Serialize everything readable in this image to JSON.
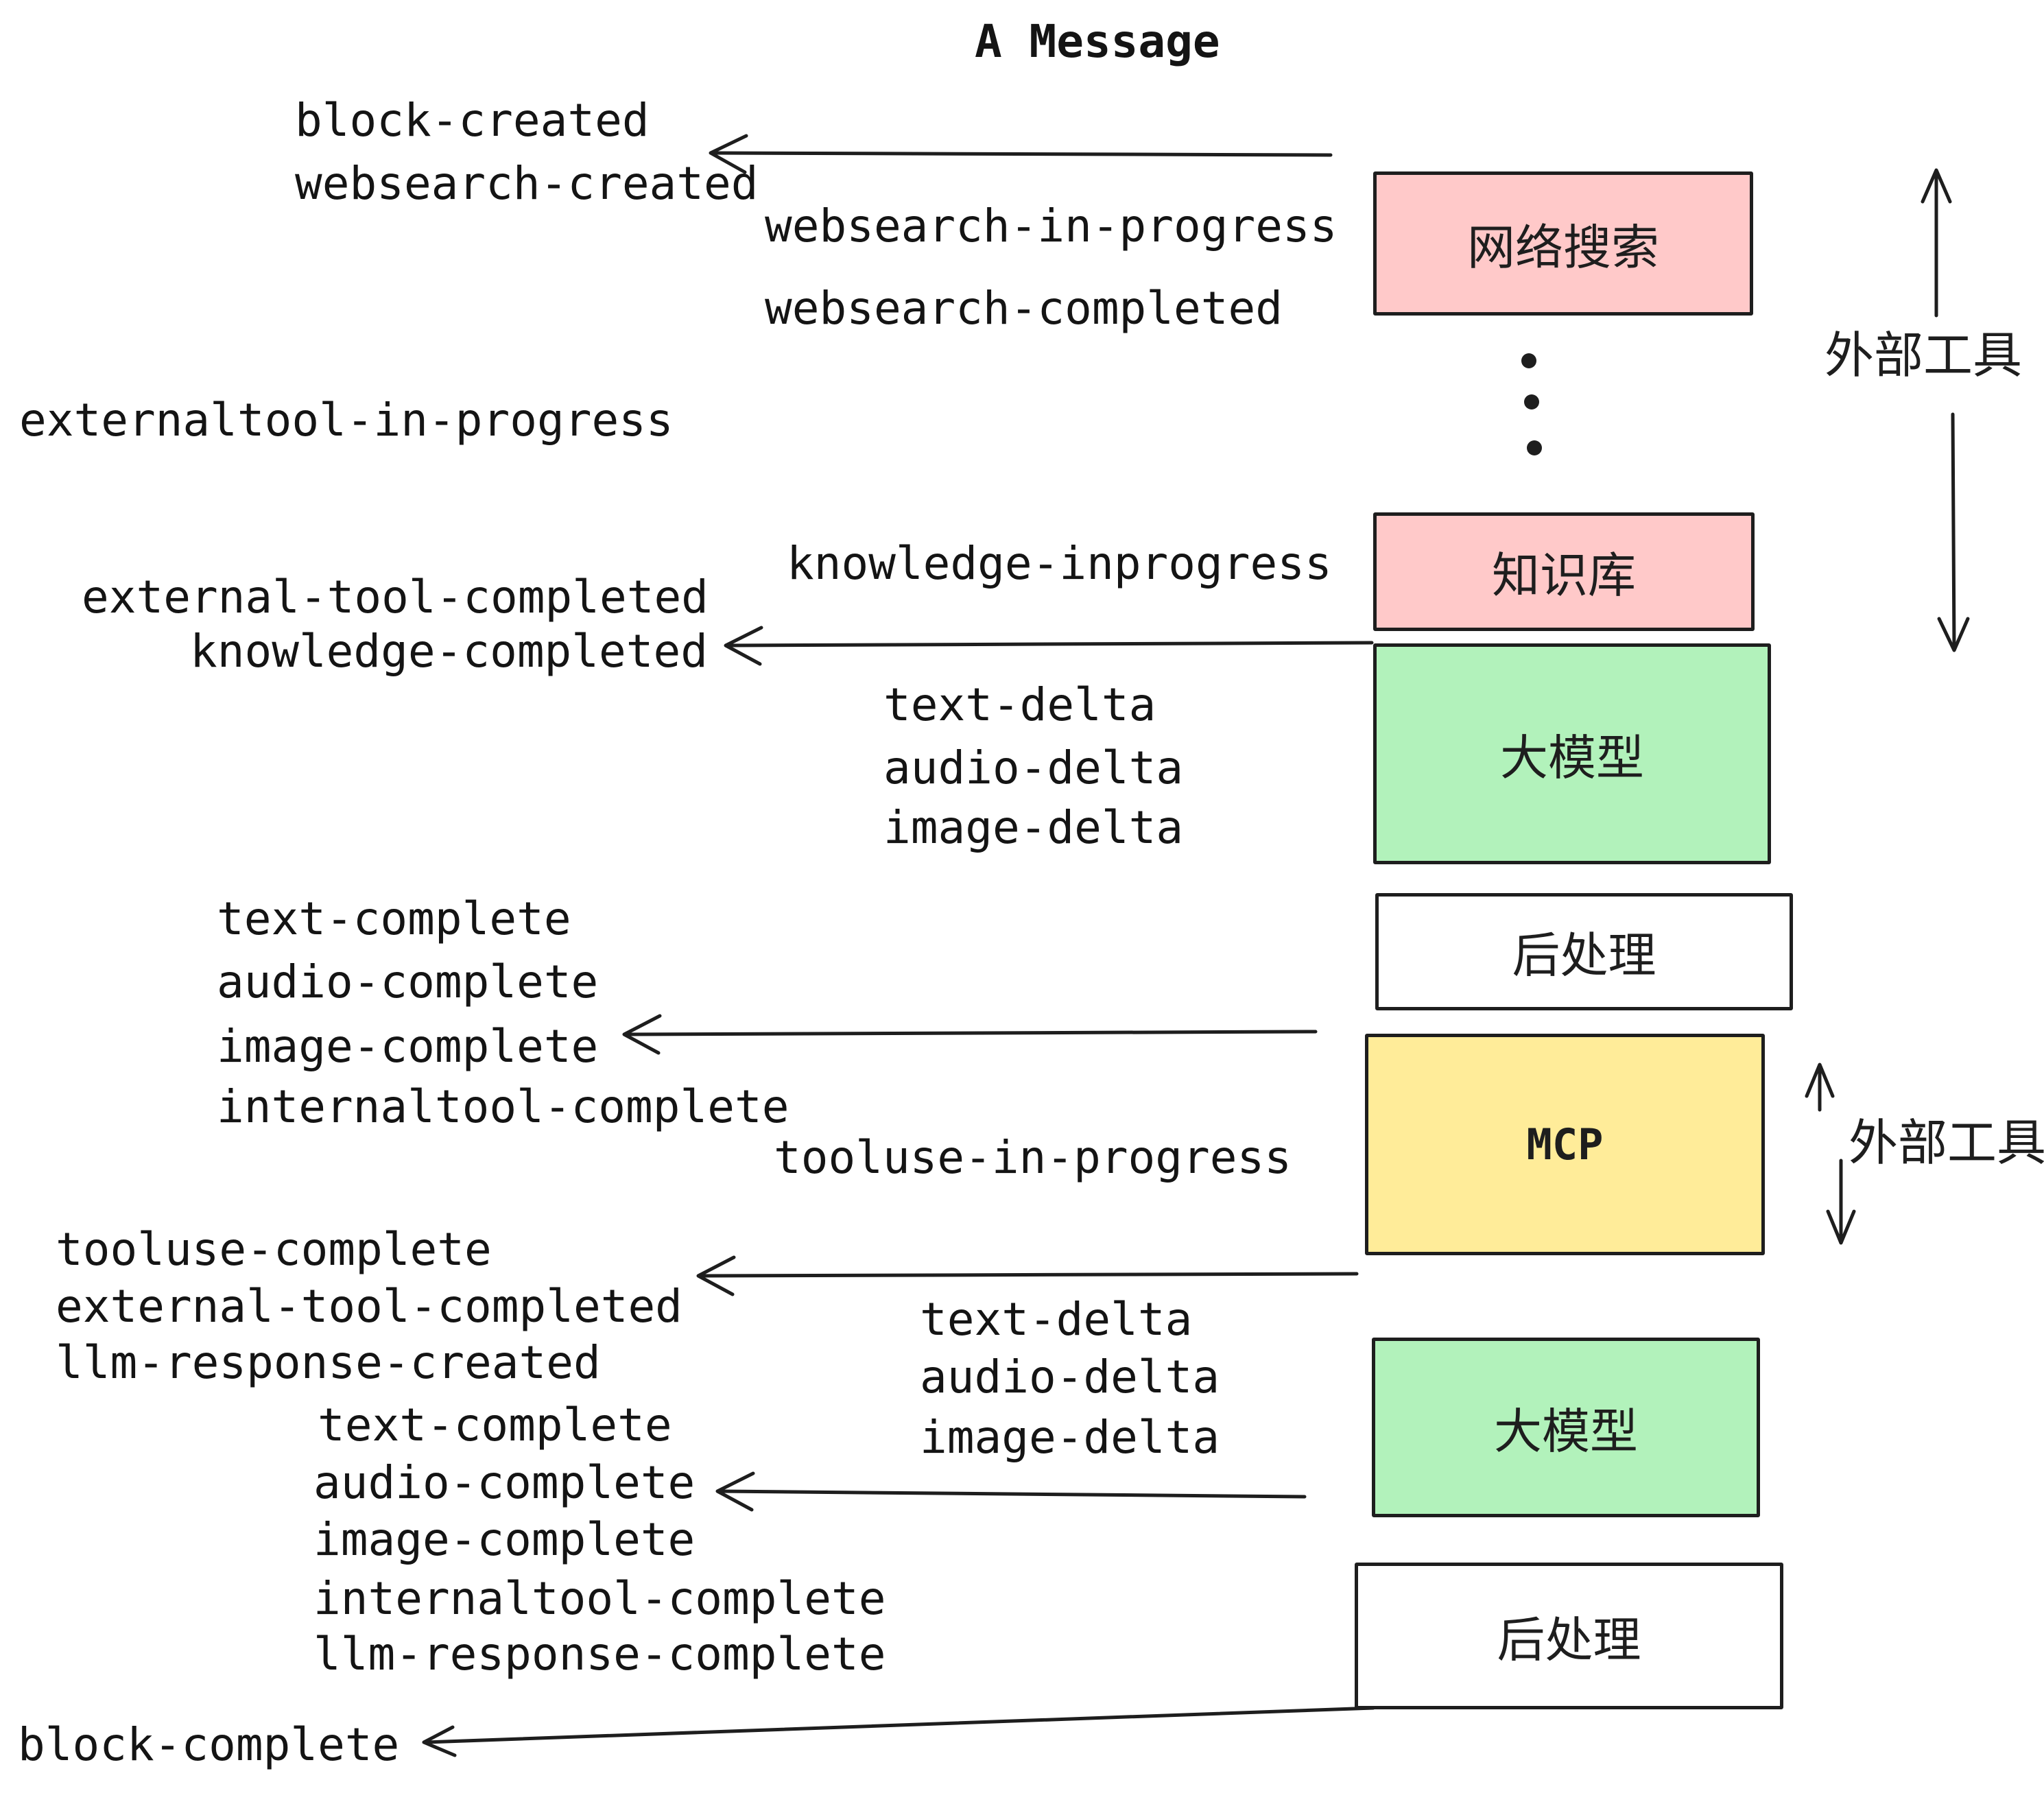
{
  "title": "A Message",
  "colors": {
    "pink": "#ffc9c9",
    "green": "#b2f2bb",
    "yellow": "#ffec99",
    "stroke": "#1e1e1e"
  },
  "boxes": [
    {
      "label": "网络搜索",
      "color": "pink"
    },
    {
      "label": "知识库",
      "color": "pink"
    },
    {
      "label": "大模型",
      "color": "green"
    },
    {
      "label": "后处理",
      "color": "white"
    },
    {
      "label": "MCP",
      "color": "yellow"
    },
    {
      "label": "大模型",
      "color": "green"
    },
    {
      "label": "后处理",
      "color": "white"
    }
  ],
  "annotations": {
    "external_tools_1": "外部工具",
    "external_tools_2": "外部工具"
  },
  "events": {
    "block_created": "block-created",
    "websearch_created": "websearch-created",
    "websearch_in_progress": "websearch-in-progress",
    "websearch_completed": "websearch-completed",
    "externaltool_in_progress": "externaltool-in-progress",
    "knowledge_inprogress": "knowledge-inprogress",
    "external_tool_completed_1": "external-tool-completed",
    "knowledge_completed": "knowledge-completed",
    "text_delta_1": "text-delta",
    "audio_delta_1": "audio-delta",
    "image_delta_1": "image-delta",
    "text_complete_1": "text-complete",
    "audio_complete_1": "audio-complete",
    "image_complete_1": "image-complete",
    "internaltool_complete_1": "internaltool-complete",
    "tooluse_in_progress": "tooluse-in-progress",
    "tooluse_complete": "tooluse-complete",
    "external_tool_completed_2": "external-tool-completed",
    "llm_response_created": "llm-response-created",
    "text_complete_2": "text-complete",
    "text_delta_2": "text-delta",
    "audio_delta_2": "audio-delta",
    "image_delta_2": "image-delta",
    "audio_complete_2": "audio-complete",
    "image_complete_2": "image-complete",
    "internaltool_complete_2": "internaltool-complete",
    "llm_response_complete": "llm-response-complete",
    "block_complete": "block-complete"
  }
}
